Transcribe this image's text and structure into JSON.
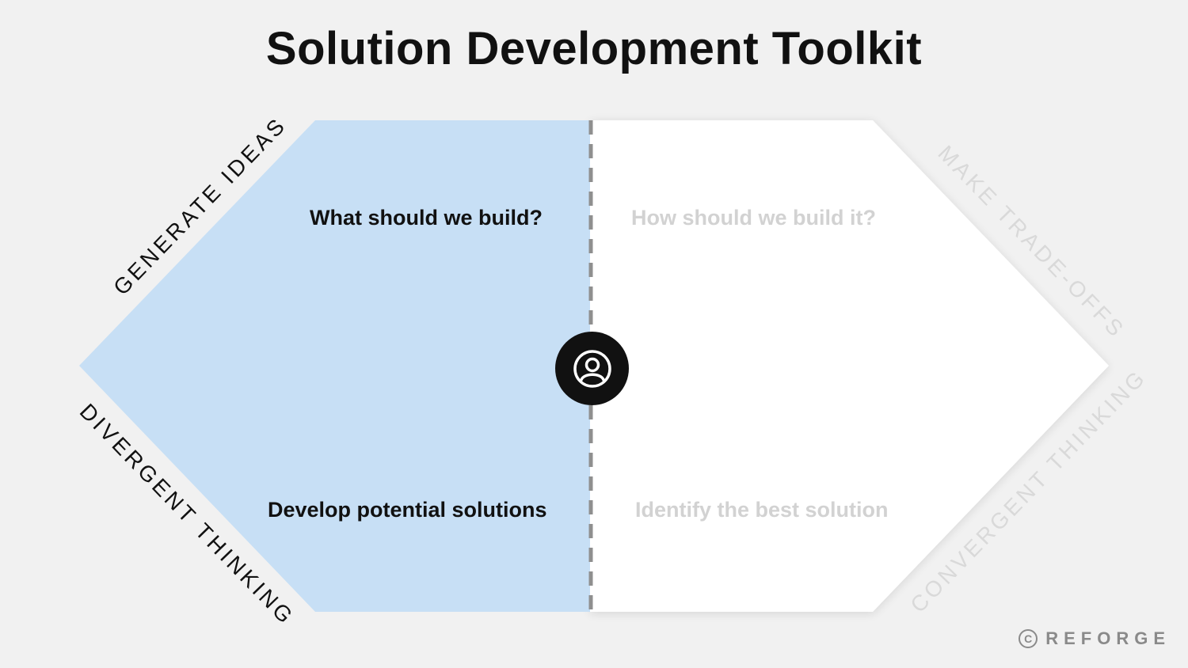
{
  "title": "Solution Development Toolkit",
  "left_panel": {
    "top_question": "What should we build?",
    "bottom_question": "Develop potential solutions",
    "edge_top": "GENERATE IDEAS",
    "edge_bottom": "DIVERGENT THINKING",
    "fill_color": "#c7dff5"
  },
  "right_panel": {
    "top_question": "How should we build it?",
    "bottom_question": "Identify the best solution",
    "edge_top": "MAKE TRADE-OFFS",
    "edge_bottom": "CONVERGENT THINKING",
    "fill_color": "#ffffff"
  },
  "hub_icon": "user-circle-icon",
  "brand": {
    "mark": "C",
    "name": "REFORGE"
  }
}
